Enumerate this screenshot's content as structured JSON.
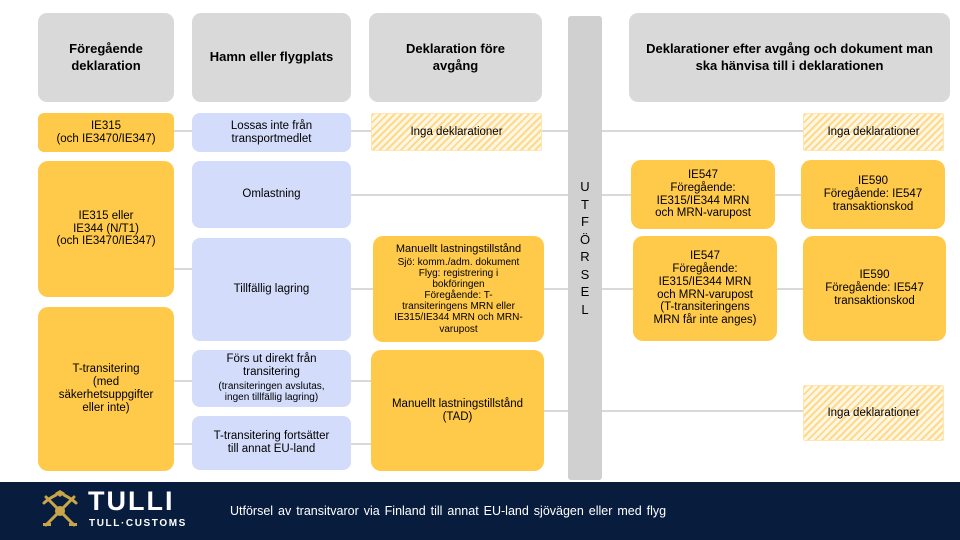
{
  "headers": {
    "previous": "Föregående\ndeklaration",
    "port": "Hamn eller flygplats",
    "before_departure": "Deklaration före\navgång",
    "after_departure": "Deklarationer efter avgång och dokument man\nska hänvisa till i deklarationen"
  },
  "exit_bar_letters": [
    "U",
    "T",
    "F",
    "Ö",
    "R",
    "S",
    "E",
    "L"
  ],
  "previous_boxes": {
    "ie315": "IE315\n(och IE3470/IE347)",
    "ie315_ie344": "IE315 eller\nIE344 (N/T1)\n(och IE3470/IE347)",
    "t_transit": "T-transitering\n(med\nsäkerhetsuppgifter\neller inte)"
  },
  "port_boxes": {
    "not_unloaded": "Lossas inte från\ntransportmedlet",
    "transshipment": "Omlastning",
    "temp_storage": "Tillfällig lagring",
    "direct_out_title": "Förs ut direkt från\ntransitering",
    "direct_out_note": "(transiteringen avslutas,\ningen tillfällig lagring)",
    "transit_continues": "T-transitering fortsätter\ntill annat EU-land"
  },
  "before_boxes": {
    "no_decl_1": "Inga deklarationer",
    "manual_1_title": "Manuellt lastningstillstånd",
    "manual_1_body": "Sjö: komm./adm.  dokument\nFlyg: registrering i\nbokföringen\nFöregående: T-\ntransiteringens MRN eller\nIE315/IE344  MRN  och MRN-\nvarupost",
    "manual_2": "Manuellt lastningstillstånd\n(TAD)"
  },
  "after_boxes": {
    "ie547_1": "IE547\nFöregående:\nIE315/IE344 MRN\noch MRN-varupost",
    "ie590_1": "IE590\nFöregående: IE547\ntransaktionskod",
    "ie547_2": "IE547\nFöregående:\nIE315/IE344 MRN\noch MRN-varupost\n(T-transiteringens\nMRN får inte anges)",
    "ie590_2": "IE590\nFöregående: IE547\ntransaktionskod",
    "no_decl_2": "Inga deklarationer",
    "no_decl_3": "Inga deklarationer"
  },
  "footer": {
    "brand": "TULLI",
    "brand_sub": "TULL·CUSTOMS",
    "caption": "Utförsel av transitvaror via Finland till annat EU-land sjövägen eller med flyg"
  },
  "colors": {
    "header_gray": "#d9d9d9",
    "yellow": "#ffc94a",
    "light_blue": "#d3dcfa",
    "footer_navy": "#081c3e",
    "logo_gold": "#c9a54a"
  }
}
